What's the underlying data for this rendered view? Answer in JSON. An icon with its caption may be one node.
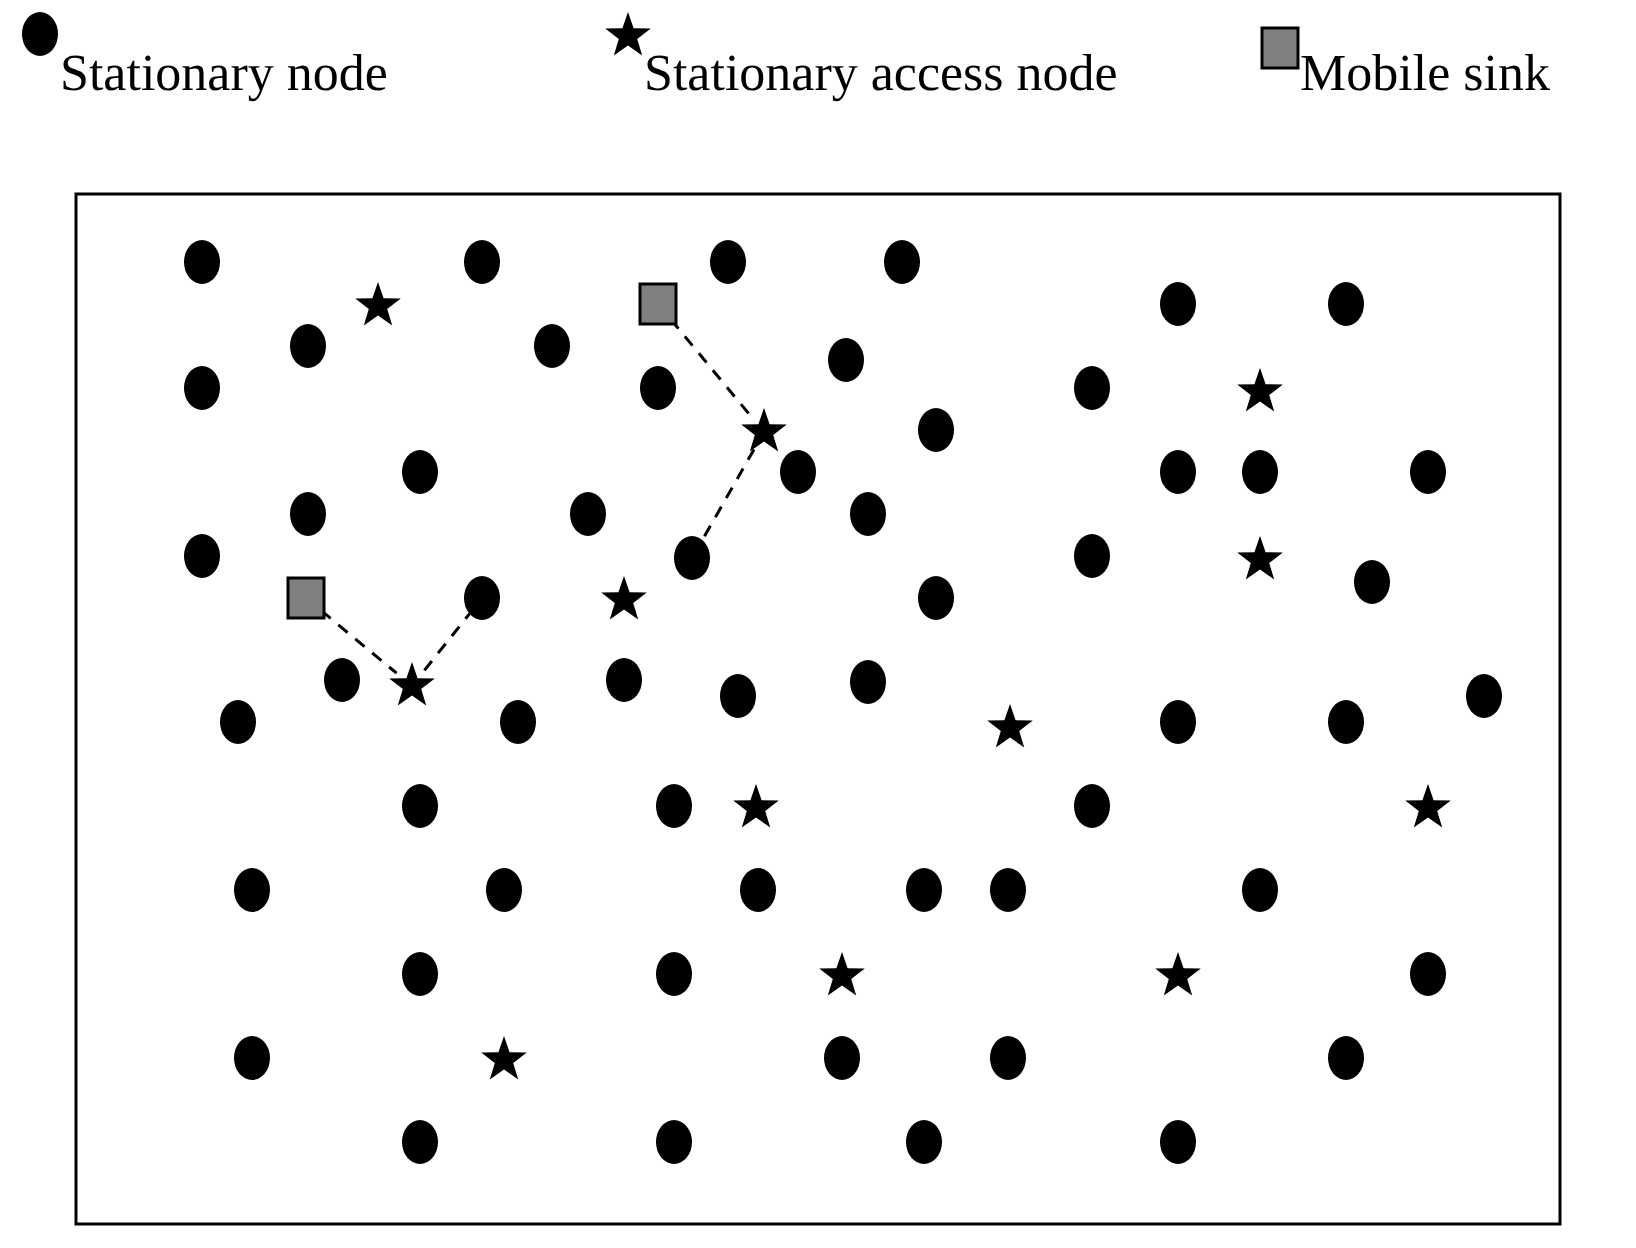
{
  "diagram": {
    "nodes": [
      {
        "text": [],
        "shape": "box"
      },
      {
        "text": [],
        "shape": "star"
      },
      {
        "text": [],
        "shape": "circle"
      },
      {
        "text": [],
        "shape": "circle"
      },
      {
        "text": [],
        "shape": "box"
      },
      {
        "text": [],
        "shape": "star"
      }
    ],
    "edges": [
      {
        "from": 0,
        "to": 1,
        "arrow": "none",
        "style": "dashed"
      },
      {
        "from": 1,
        "to": 2,
        "arrow": "none",
        "style": "dashed"
      },
      {
        "from": 4,
        "to": 5,
        "arrow": "none",
        "style": "dashed"
      },
      {
        "from": 5,
        "to": 3,
        "arrow": "none",
        "style": "dashed"
      }
    ],
    "legend": [
      {
        "text": "Stationary node"
      },
      {
        "text": "Stationary access node"
      },
      {
        "text": "Mobile sink"
      }
    ]
  }
}
